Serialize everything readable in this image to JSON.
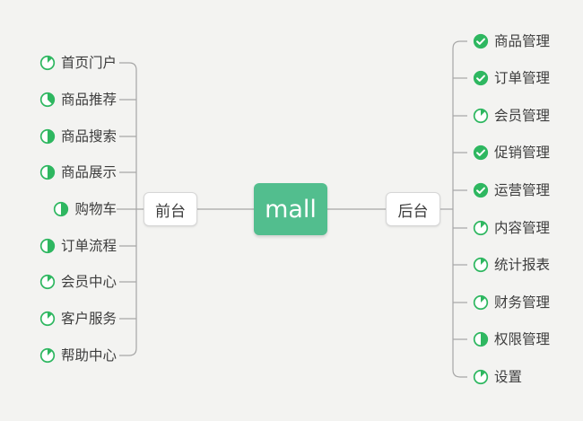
{
  "colors": {
    "background": "#f3f3f1",
    "root_fill": "#52be8e",
    "root_text": "#ffffff",
    "node_fill": "#ffffff",
    "node_border": "#d6d6d6",
    "node_text": "#3d3d3d",
    "icon_green": "#2eb760",
    "connector": "#a6a6a6"
  },
  "mindmap": {
    "root": {
      "label": "mall"
    },
    "branches": [
      {
        "label": "前台",
        "side": "left",
        "children": [
          {
            "label": "首页门户",
            "progress": 0.125
          },
          {
            "label": "商品推荐",
            "progress": 0.375
          },
          {
            "label": "商品搜索",
            "progress": 0.5
          },
          {
            "label": "商品展示",
            "progress": 0.5
          },
          {
            "label": "购物车",
            "progress": 0.5
          },
          {
            "label": "订单流程",
            "progress": 0.5
          },
          {
            "label": "会员中心",
            "progress": 0.125
          },
          {
            "label": "客户服务",
            "progress": 0.125
          },
          {
            "label": "帮助中心",
            "progress": 0.125
          }
        ]
      },
      {
        "label": "后台",
        "side": "right",
        "children": [
          {
            "label": "商品管理",
            "progress": "done"
          },
          {
            "label": "订单管理",
            "progress": "done"
          },
          {
            "label": "会员管理",
            "progress": 0.125
          },
          {
            "label": "促销管理",
            "progress": "done"
          },
          {
            "label": "运营管理",
            "progress": "done"
          },
          {
            "label": "内容管理",
            "progress": 0.125
          },
          {
            "label": "统计报表",
            "progress": 0.125
          },
          {
            "label": "财务管理",
            "progress": 0.125
          },
          {
            "label": "权限管理",
            "progress": 0.5
          },
          {
            "label": "设置",
            "progress": 0.125
          }
        ]
      }
    ]
  }
}
